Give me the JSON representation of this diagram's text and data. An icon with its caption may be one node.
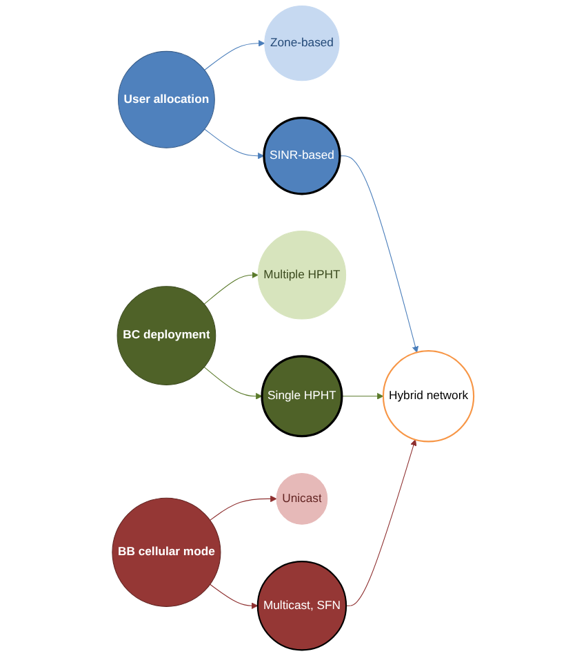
{
  "diagram": {
    "nodes": [
      {
        "text": [
          "User allocation"
        ]
      },
      {
        "text": [
          "Zone-based"
        ]
      },
      {
        "text": [
          "SINR-based"
        ]
      },
      {
        "text": [
          "Multiple HPHT"
        ]
      },
      {
        "text": [
          "BC deployment"
        ]
      },
      {
        "text": [
          "Hybrid network"
        ]
      },
      {
        "text": [
          "Single HPHT"
        ]
      },
      {
        "text": [
          "Unicast"
        ]
      },
      {
        "text": [
          "Multicast, SFN"
        ]
      },
      {
        "text": [
          "BB cellular mode"
        ]
      }
    ],
    "edges": [
      {
        "from": 0,
        "to": 1,
        "arrow": "to",
        "color": "#4a7ebb"
      },
      {
        "from": 0,
        "to": 2,
        "arrow": "to",
        "color": "#4a7ebb"
      },
      {
        "from": 2,
        "to": 5,
        "arrow": "to",
        "color": "#4a7ebb"
      },
      {
        "from": 4,
        "to": 3,
        "arrow": "to",
        "color": "#5a7a2a"
      },
      {
        "from": 4,
        "to": 6,
        "arrow": "to",
        "color": "#5a7a2a"
      },
      {
        "from": 6,
        "to": 5,
        "arrow": "to",
        "color": "#5a7a2a"
      },
      {
        "from": 8,
        "to": 5,
        "arrow": "to",
        "color": "#8e2f2f"
      },
      {
        "from": 9,
        "to": 8,
        "arrow": "to",
        "color": "#8e2f2f"
      },
      {
        "from": 9,
        "to": 7,
        "arrow": "to",
        "color": "#8e2f2f"
      }
    ]
  }
}
